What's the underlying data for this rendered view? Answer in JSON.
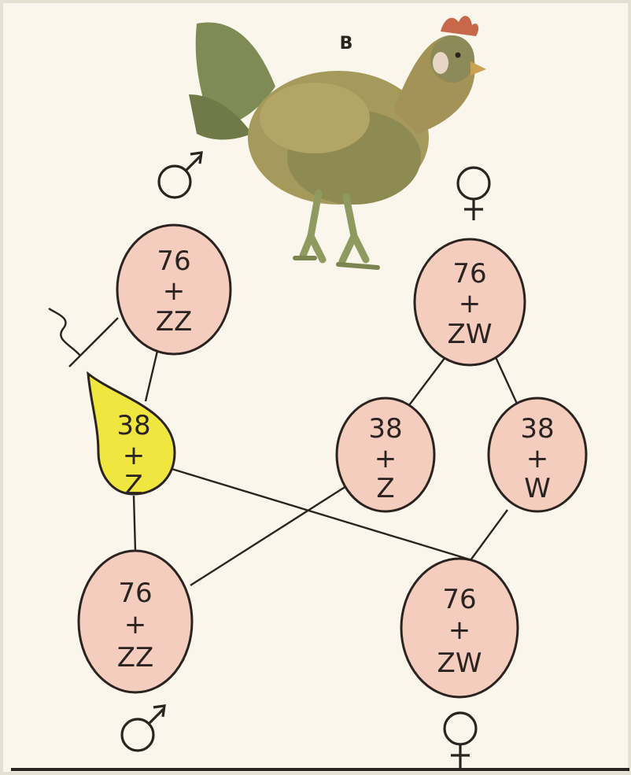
{
  "panel_label": "B",
  "illustration": "hen-illustration",
  "cells": {
    "father": {
      "count": "76",
      "plus": "+",
      "chrom": "ZZ"
    },
    "mother": {
      "count": "76",
      "plus": "+",
      "chrom": "ZW"
    },
    "sperm": {
      "count": "38",
      "plus": "+",
      "chrom": "Z"
    },
    "egg_z": {
      "count": "38",
      "plus": "+",
      "chrom": "Z"
    },
    "egg_w": {
      "count": "38",
      "plus": "+",
      "chrom": "W"
    },
    "offspring_male": {
      "count": "76",
      "plus": "+",
      "chrom": "ZZ"
    },
    "offspring_female": {
      "count": "76",
      "plus": "+",
      "chrom": "ZW"
    }
  },
  "colors": {
    "cell_fill": "#f4cdbf",
    "sperm_fill": "#f0e640",
    "ink": "#2a2320",
    "paper": "#fbf6ec"
  }
}
